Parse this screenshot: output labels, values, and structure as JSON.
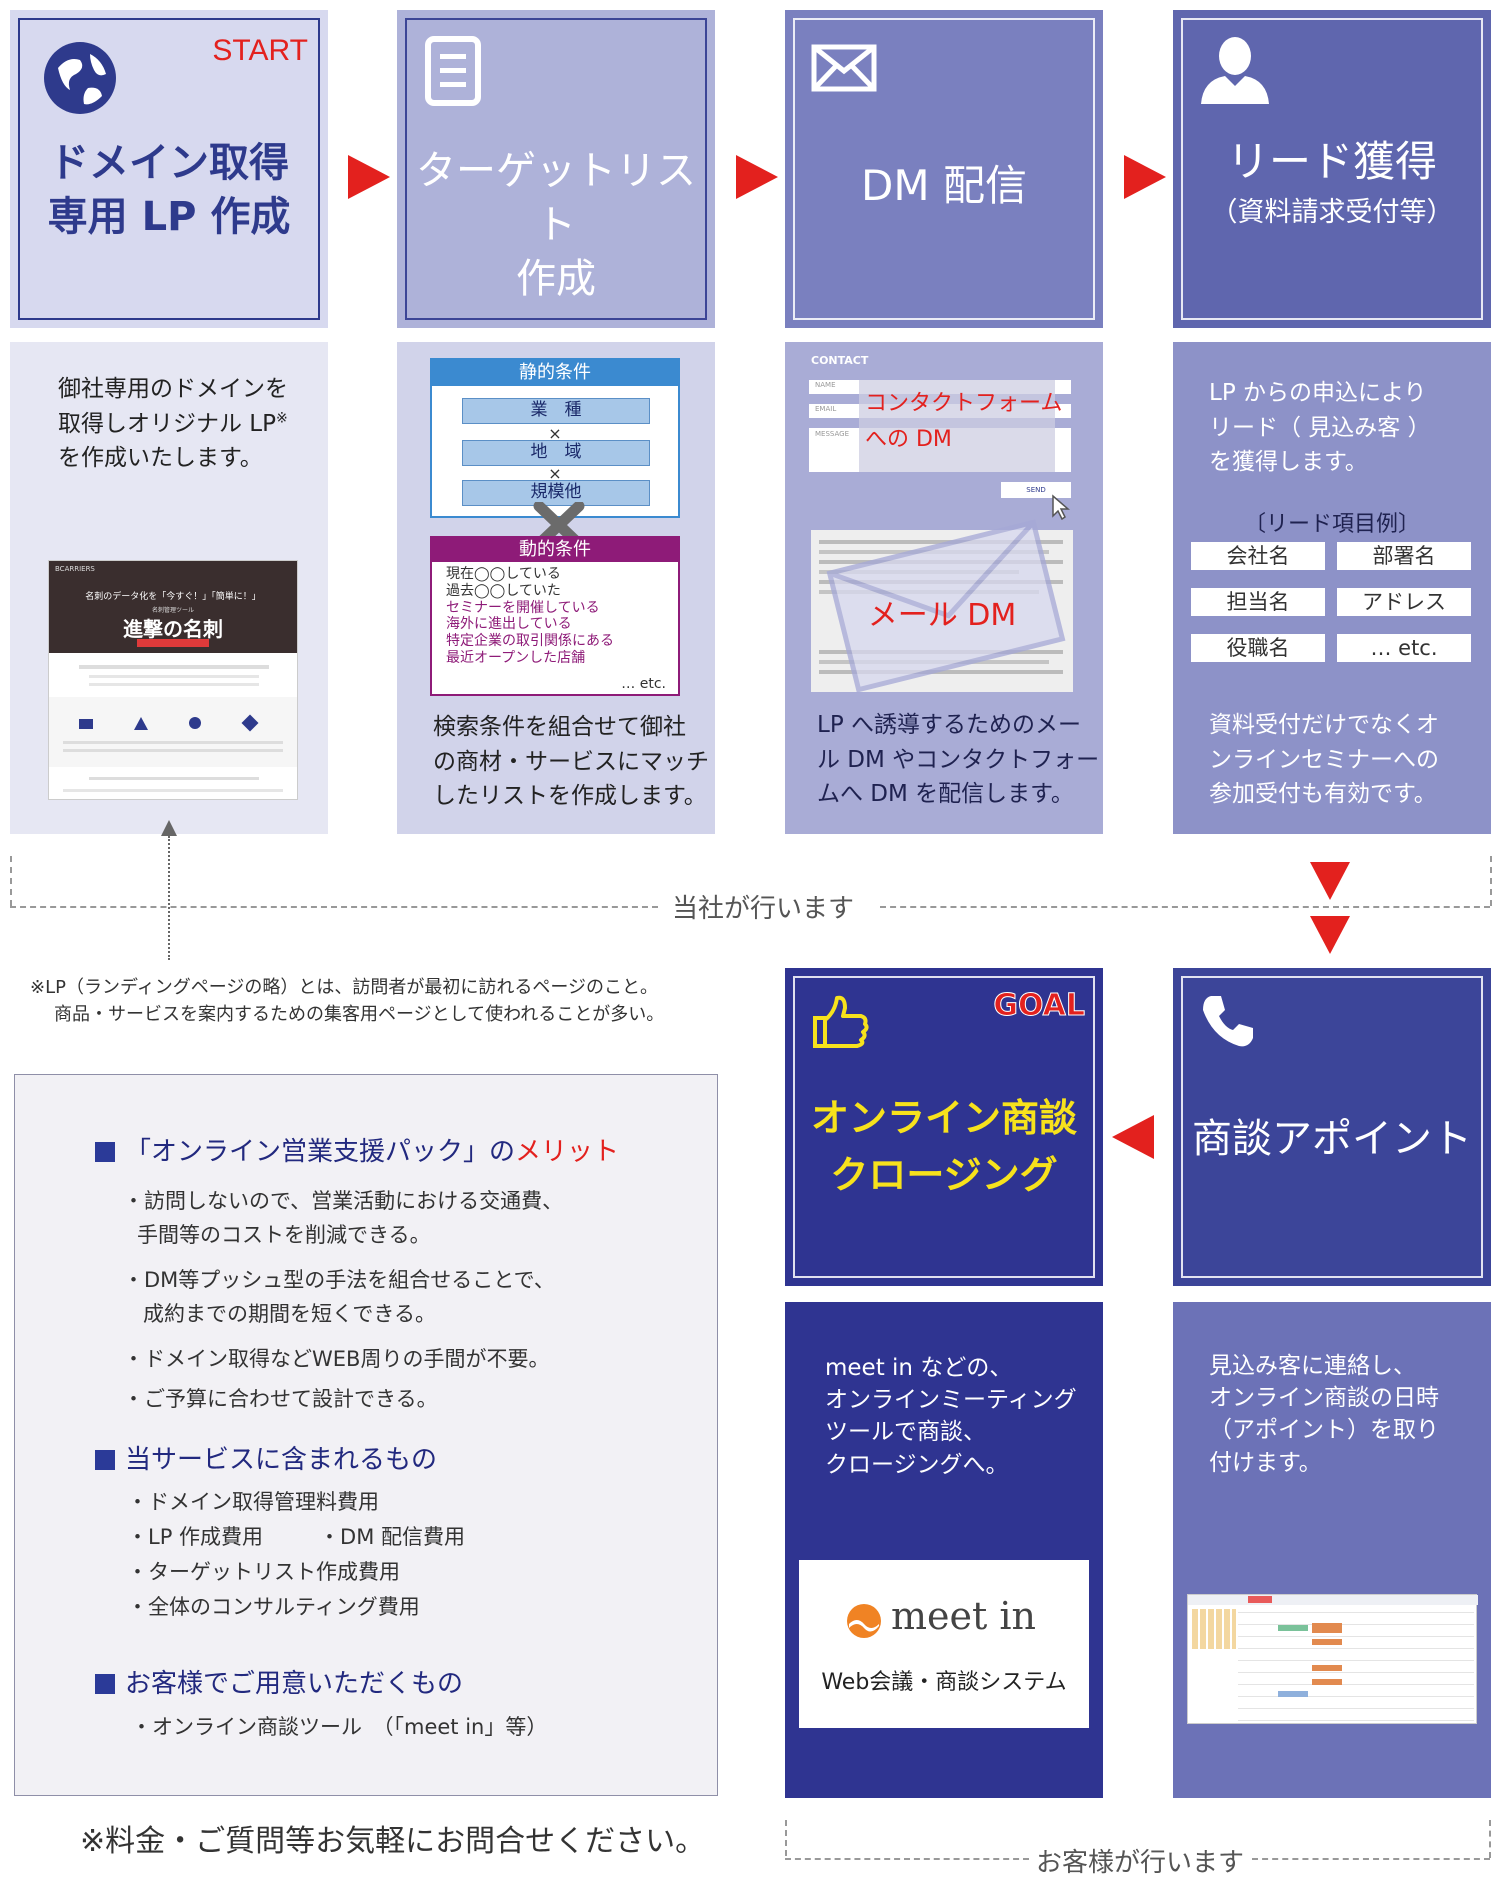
{
  "steps": [
    {
      "badge": "START",
      "title1": "ドメイン取得",
      "title2": "専用 LP 作成"
    },
    {
      "title1": "ターゲットリスト",
      "title2": "作成"
    },
    {
      "title1": "DM 配信"
    },
    {
      "title1": "リード獲得",
      "title2": "（資料請求受付等）"
    },
    {
      "badge": "GOAL",
      "title1": "オンライン商談",
      "title2": "クロージング"
    },
    {
      "title1": "商談アポイント"
    }
  ],
  "panel1": {
    "desc": [
      "御社専用のドメインを",
      "取得しオリジナル LP",
      "を作成いたします。"
    ],
    "note_mark": "※",
    "lp_mock": {
      "logo": "BCARRIERS",
      "tagline": "名刺のデータ化を「今すぐ！」「簡単に！」",
      "brand": "進撃の名刺",
      "tool": "名刺管理ツール"
    }
  },
  "panel2": {
    "static_label": "静的条件",
    "static_items": [
      "業　種",
      "地　域",
      "規模他"
    ],
    "times": "×",
    "dynamic_label": "動的条件",
    "dynamic_items": [
      "現在◯◯している",
      "過去◯◯していた",
      "セミナーを開催している",
      "海外に進出している",
      "特定企業の取引関係にある",
      "最近オープンした店舗"
    ],
    "etc": "… etc.",
    "desc": [
      "検索条件を組合せて御社",
      "の商材・サービスにマッチ",
      "したリストを作成します。"
    ]
  },
  "panel3": {
    "contact": "CONTACT",
    "fields": [
      "NAME",
      "EMAIL",
      "MESSAGE"
    ],
    "send": "SEND",
    "form_label": [
      "コンタクトフォーム",
      "への DM"
    ],
    "mail_label": "メール DM",
    "desc": [
      "LP へ誘導するためのメー",
      "ル DM やコンタクトフォー",
      "ムへ DM を配信します。"
    ]
  },
  "panel4": {
    "desc1": [
      "LP からの申込により",
      "リード（ 見込み客 ）",
      "を獲得します。"
    ],
    "example_title": "〔リード項目例〕",
    "items": [
      "会社名",
      "部署名",
      "担当名",
      "アドレス",
      "役職名",
      "… etc."
    ],
    "desc2": [
      "資料受付だけでなくオ",
      "ンラインセミナーへの",
      "参加受付も有効です。"
    ]
  },
  "panel5": {
    "desc": [
      "meet in などの、",
      "オンラインミーティング",
      "ツールで商談、",
      "クロージングへ。"
    ],
    "logo_text": "meet in",
    "logo_sub": "Web会議・商談システム"
  },
  "panel6": {
    "desc": [
      "見込み客に連絡し、",
      "オンライン商談の日時",
      "（アポイント）を取り",
      "付けます。"
    ]
  },
  "labels": {
    "ours": "当社が行います",
    "customer": "お客様が行います"
  },
  "footnote": [
    "※LP（ランディングページの略）とは、訪問者が最初に訪れるページのこと。",
    "商品・サービスを案内するための集客用ページとして使われることが多い。"
  ],
  "merits": {
    "h1_pre": "「オンライン営業支援パック」の",
    "h1_red": "メリット",
    "merit_items": [
      [
        "・訪問しないので、営業活動における交通費、",
        "手間等のコストを削減できる。"
      ],
      [
        "・DM等プッシュ型の手法を組合せることで、",
        "成約までの期間を短くできる。"
      ],
      [
        "・ドメイン取得などWEB周りの手間が不要。"
      ],
      [
        "・ご予算に合わせて設計できる。"
      ]
    ],
    "h2": "当サービスに含まれるもの",
    "included": [
      "・ドメイン取得管理料費用",
      "・LP 作成費用",
      "・DM 配信費用",
      "・ターゲットリスト作成費用",
      "・全体のコンサルティング費用"
    ],
    "h3": "お客様でご用意いただくもの",
    "prepare": "・オンライン商談ツール　（「meet in」等）"
  },
  "contact_cta": "※料金・ご質問等お気軽にお問合せください。"
}
